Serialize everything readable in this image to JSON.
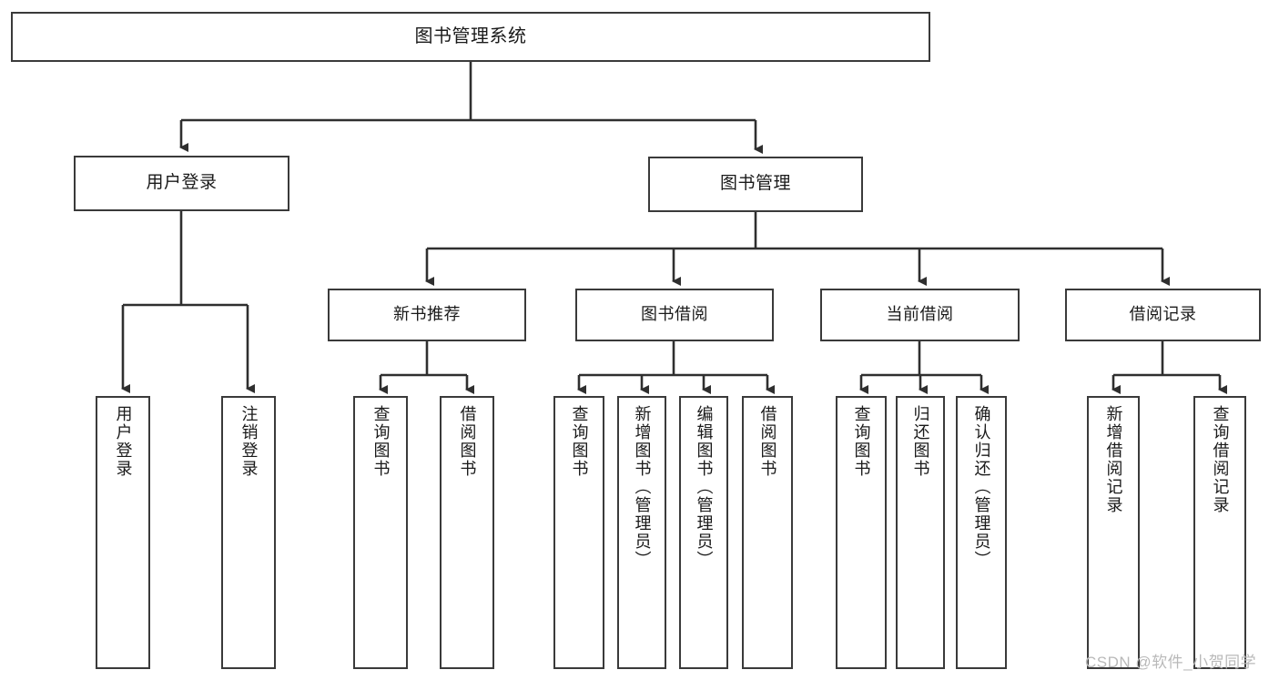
{
  "diagram": {
    "title": "图书管理系统",
    "type": "tree",
    "colors": {
      "box_border": "#3a3a3a",
      "box_fill": "#ffffff",
      "line": "#2f2f2f",
      "background": "#ffffff",
      "watermark": "#b9b9b9"
    },
    "root": {
      "label": "图书管理系统"
    },
    "level1": [
      {
        "label": "用户登录"
      },
      {
        "label": "图书管理"
      }
    ],
    "level2": [
      {
        "label": "新书推荐",
        "parent": "图书管理"
      },
      {
        "label": "图书借阅",
        "parent": "图书管理"
      },
      {
        "label": "当前借阅",
        "parent": "图书管理"
      },
      {
        "label": "借阅记录",
        "parent": "图书管理"
      }
    ],
    "leaves": {
      "user_login": [
        {
          "label": "用户登录"
        },
        {
          "label": "注销登录"
        }
      ],
      "new_book": [
        {
          "label": "查询图书"
        },
        {
          "label": "借阅图书"
        }
      ],
      "borrow": [
        {
          "label": "查询图书"
        },
        {
          "label": "新增图书（管理员）"
        },
        {
          "label": "编辑图书（管理员）"
        },
        {
          "label": "借阅图书"
        }
      ],
      "current": [
        {
          "label": "查询图书"
        },
        {
          "label": "归还图书"
        },
        {
          "label": "确认归还（管理员）"
        }
      ],
      "records": [
        {
          "label": "新增借阅记录"
        },
        {
          "label": "查询借阅记录"
        }
      ]
    },
    "watermark": "CSDN @软件_小贺同学"
  }
}
